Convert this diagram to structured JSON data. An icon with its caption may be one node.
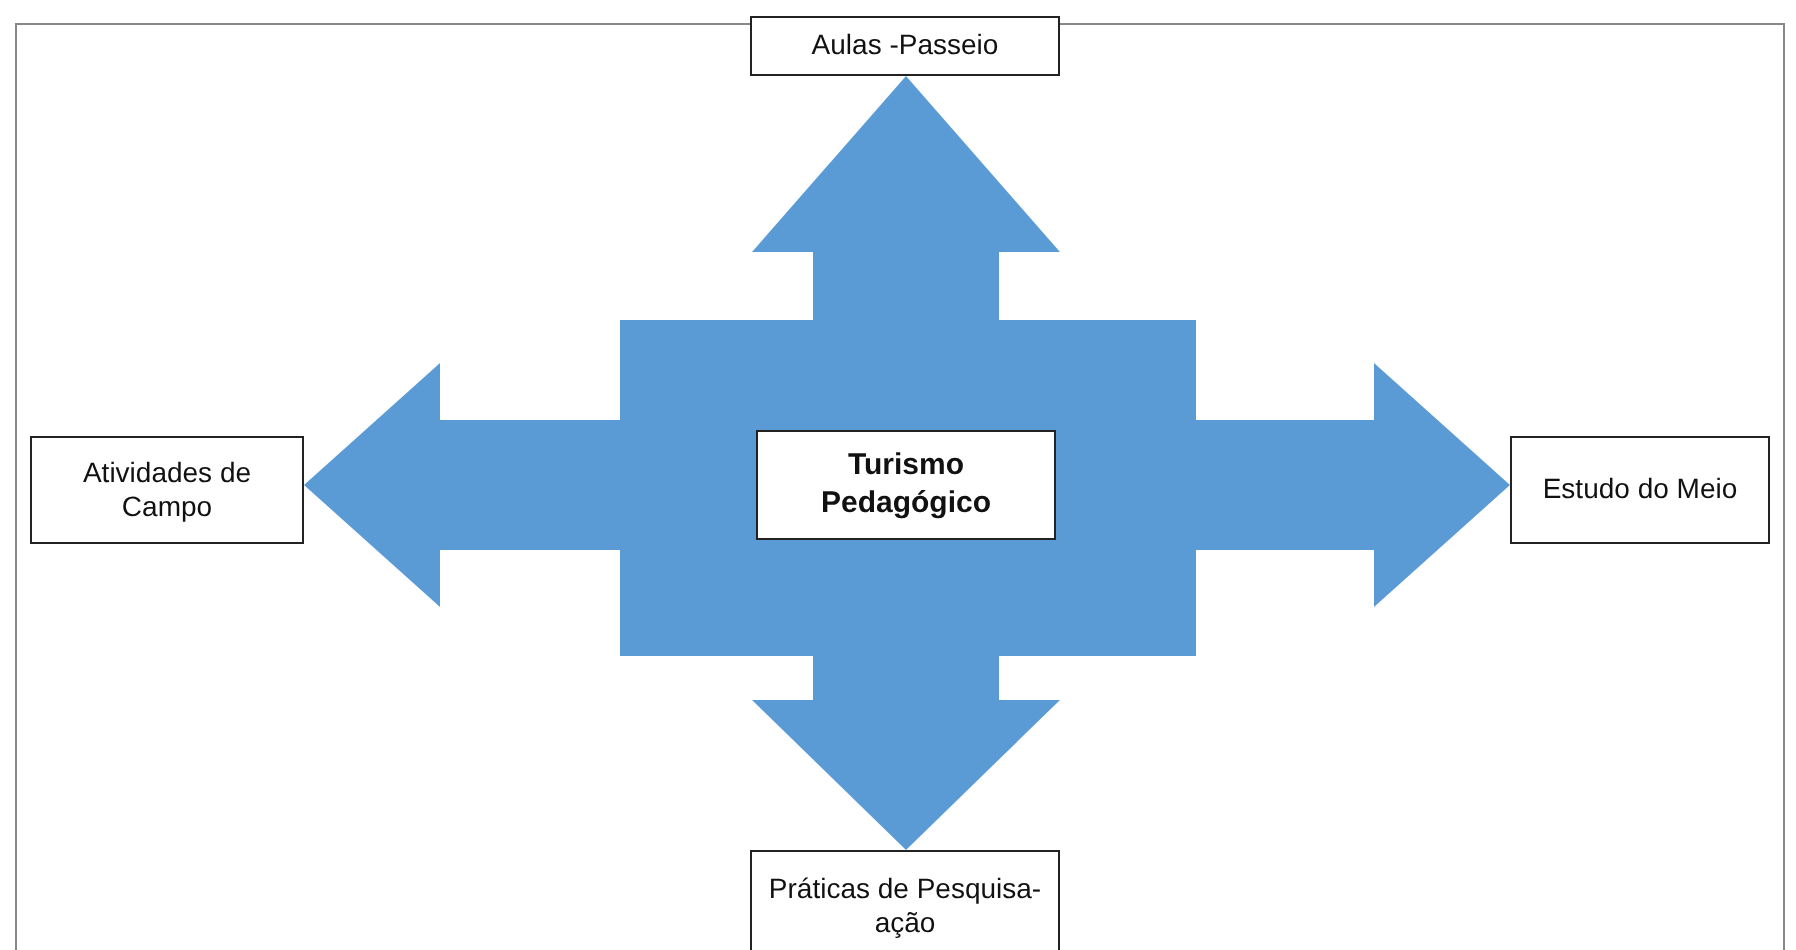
{
  "diagram": {
    "nodes": [
      {
        "text": [
          "Turismo Pedagógico"
        ]
      },
      {
        "text": [
          "Aulas -Passeio"
        ]
      },
      {
        "text": [
          "Atividades de Campo"
        ]
      },
      {
        "text": [
          "Estudo do Meio"
        ]
      },
      {
        "text": [
          "Práticas de Pesquisa-ação"
        ]
      }
    ],
    "edges": [
      {
        "from": 0,
        "to": 1,
        "arrow": "to"
      },
      {
        "from": 0,
        "to": 2,
        "arrow": "to"
      },
      {
        "from": 0,
        "to": 3,
        "arrow": "to"
      },
      {
        "from": 0,
        "to": 4,
        "arrow": "to"
      }
    ]
  }
}
